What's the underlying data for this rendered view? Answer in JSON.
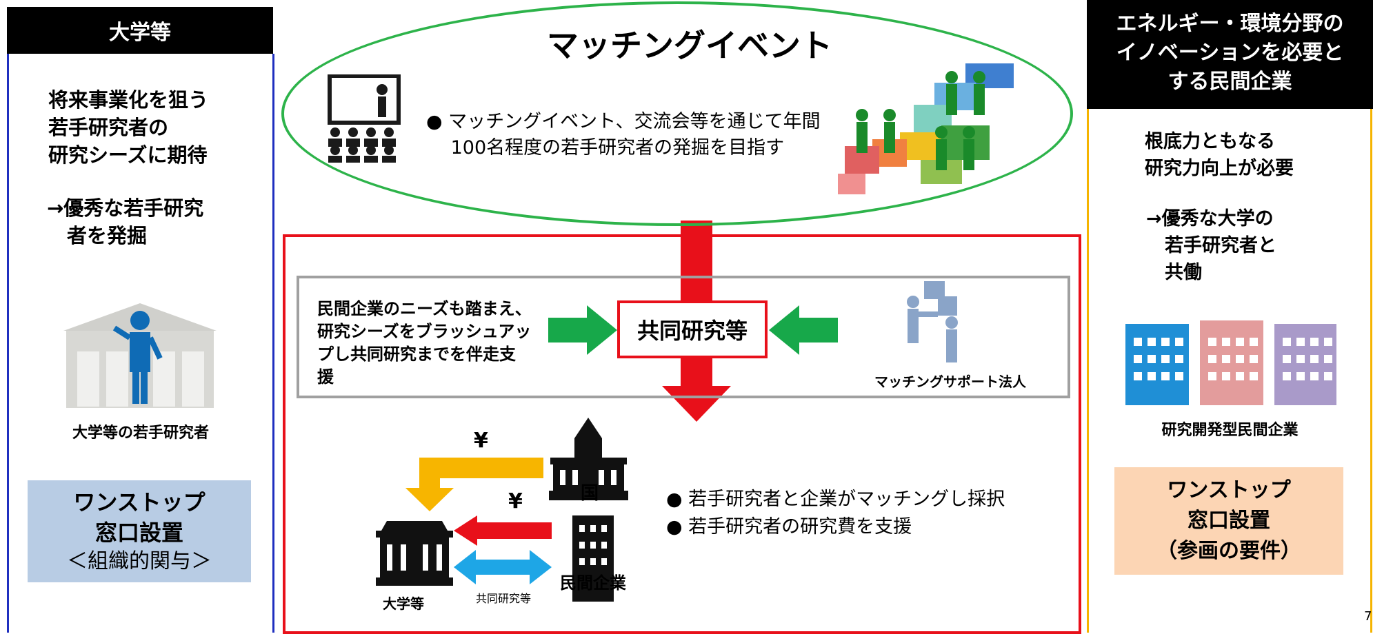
{
  "left": {
    "header": "大学等",
    "expectation": "将来事業化を狙う\n若手研究者の\n研究シーズに期待",
    "arrow_text": "→優秀な若手研究\n　者を発掘",
    "caption": "大学等の若手研究者",
    "box": {
      "line1": "ワンストップ",
      "line2": "窓口設置",
      "line3": "＜組織的関与＞"
    }
  },
  "event": {
    "title": "マッチングイベント",
    "bullet": "● マッチングイベント、交流会等を通じて年間\n　 100名程度の若手研究者の発掘を目指す"
  },
  "center": {
    "support_text": "民間企業のニーズも踏まえ、\n研究シーズをブラッシュアッ\nプし共同研究までを伴走支\n援",
    "joint_research": "共同研究等",
    "matching_support": "マッチングサポート法人",
    "bullets": [
      "若手研究者と企業がマッチングし採択",
      "若手研究者の研究費を支援"
    ],
    "yen1": "¥",
    "yen2": "¥",
    "kuni": "国",
    "minkan": "民間企業",
    "university": "大学等",
    "joint_small": "共同研究等"
  },
  "right": {
    "header": "エネルギー・環境分野の\nイノベーションを必要と\nする民間企業",
    "need": "根底力ともなる\n研究力向上が必要",
    "arrow_text": "→優秀な大学の\n　若手研究者と\n　共働",
    "caption": "研究開発型民間企業",
    "box": {
      "line1": "ワンストップ",
      "line2": "窓口設置",
      "line3": "（参画の要件）"
    }
  },
  "page_number": "7",
  "colors": {
    "green": "#2db34a",
    "red": "#e8101a",
    "blue": "#1f2fbf",
    "orange": "#f5b400",
    "cyan": "#1ea6e6"
  }
}
